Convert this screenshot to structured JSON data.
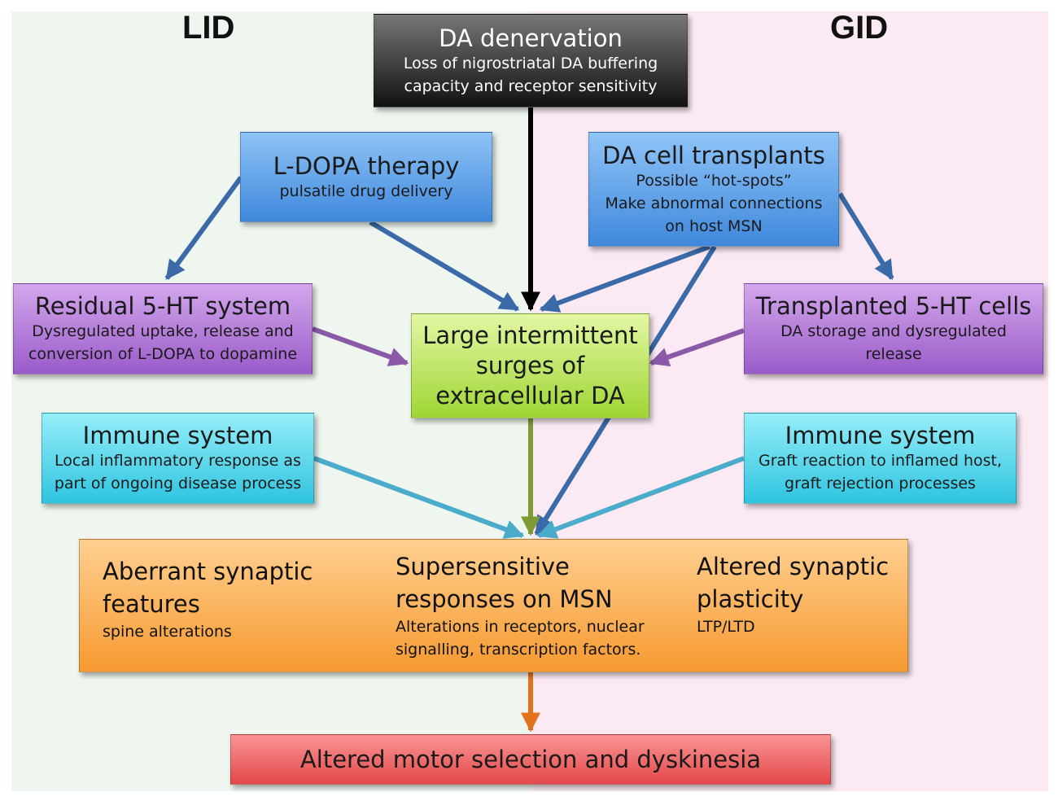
{
  "labels": {
    "left": "LID",
    "right": "GID"
  },
  "nodes": {
    "da_denervation": {
      "title": "DA denervation",
      "sub1": "Loss of nigrostriatal DA buffering",
      "sub2": "capacity and receptor sensitivity"
    },
    "ldopa": {
      "title": "L-DOPA therapy",
      "sub1": "pulsatile drug delivery"
    },
    "transplants": {
      "title": "DA cell transplants",
      "sub1": "Possible “hot-spots”",
      "sub2": "Make abnormal connections",
      "sub3": "on host MSN"
    },
    "residual_5ht": {
      "title": "Residual 5-HT system",
      "sub1": "Dysregulated uptake, release and",
      "sub2": "conversion of L-DOPA to dopamine"
    },
    "transplanted_5ht": {
      "title": "Transplanted 5-HT cells",
      "sub1": "DA storage and dysregulated",
      "sub2": "release"
    },
    "surges": {
      "line1": "Large intermittent",
      "line2": "surges of",
      "line3": "extracellular DA"
    },
    "immune_left": {
      "title": "Immune system",
      "sub1": "Local inflammatory response as",
      "sub2": "part of ongoing disease process"
    },
    "immune_right": {
      "title": "Immune system",
      "sub1": "Graft reaction to inflamed host,",
      "sub2": "graft rejection processes"
    },
    "mechanisms": {
      "col1": {
        "line1": "Aberrant synaptic",
        "line2": "features",
        "sub1": "spine alterations"
      },
      "col2": {
        "line1": "Supersensitive",
        "line2": "responses on MSN",
        "sub1": "Alterations in receptors, nuclear",
        "sub2": "signalling, transcription factors."
      },
      "col3": {
        "line1": "Altered synaptic",
        "line2": "plasticity",
        "sub1": "LTP/LTD"
      }
    },
    "outcome": {
      "title": "Altered motor selection and dyskinesia"
    }
  },
  "colors": {
    "black_arrow": "#000000",
    "blue_arrow": "#3a6aa8",
    "purple_arrow": "#8a5aa8",
    "cyan_arrow": "#4aabcb",
    "green_arrow": "#7d9a35",
    "orange_arrow": "#e2731a"
  }
}
